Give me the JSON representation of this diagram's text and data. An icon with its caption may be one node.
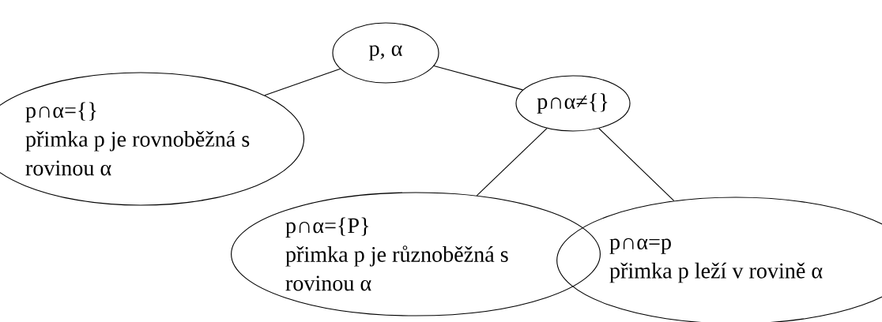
{
  "diagram": {
    "nodes": [
      {
        "text": [
          "p, α"
        ]
      },
      {
        "text": [
          "p∩α={}",
          "přimka p je rovnoběžná s rovinou α"
        ]
      },
      {
        "text": [
          "p∩α≠{}"
        ]
      },
      {
        "text": [
          "p∩α={P}",
          "přimka p je různoběžná s rovinou α"
        ]
      },
      {
        "text": [
          "p∩α=p",
          "přimka p leží v rovině α"
        ]
      }
    ],
    "edges": [
      {
        "from": 0,
        "to": 1,
        "arrow": "none"
      },
      {
        "from": 0,
        "to": 2,
        "arrow": "none"
      },
      {
        "from": 2,
        "to": 3,
        "arrow": "none"
      },
      {
        "from": 2,
        "to": 4,
        "arrow": "none"
      }
    ]
  }
}
